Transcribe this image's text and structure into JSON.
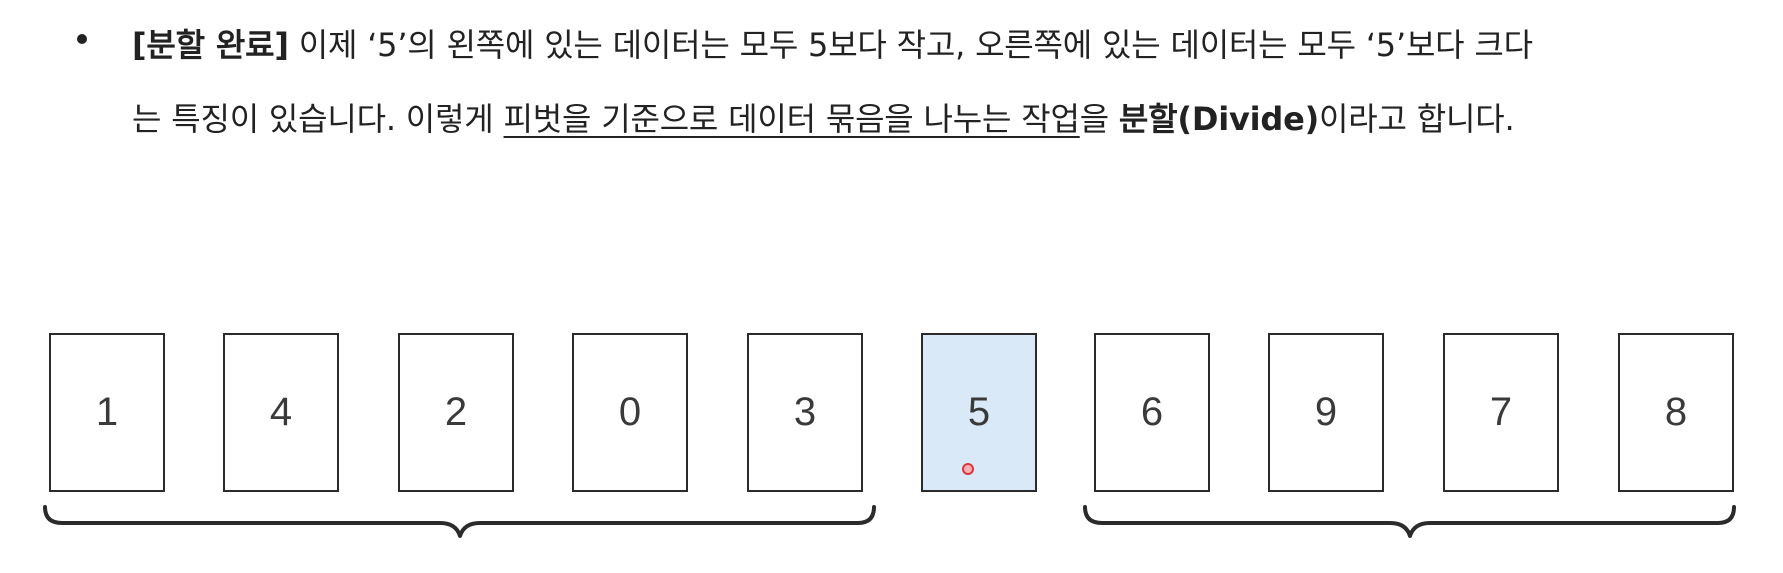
{
  "paragraph": {
    "line1_strong": "[분할 완료]",
    "line1_text": " 이제 ‘5’의 왼쪽에 있는 데이터는 모두 5보다 작고, 오른쪽에 있는 데이터는 모두 ‘5’보다 크다",
    "line2_text_a": "는 특징이 있습니다. 이렇게 ",
    "line2_underline": "피벗을 기준으로 데이터 묶음을 나누는 작업",
    "line2_text_b": "을 ",
    "line2_strong": "분할(Divide)",
    "line2_text_c": "이라고 합니다."
  },
  "cards": [
    {
      "value": "1"
    },
    {
      "value": "4"
    },
    {
      "value": "2"
    },
    {
      "value": "0"
    },
    {
      "value": "3"
    },
    {
      "value": "5",
      "pivot": true
    },
    {
      "value": "6"
    },
    {
      "value": "9"
    },
    {
      "value": "7"
    },
    {
      "value": "8"
    }
  ],
  "colors": {
    "pivot_fill": "#d9e9f7",
    "card_border": "#2b2b2b",
    "cursor_ring": "#d9363e"
  }
}
